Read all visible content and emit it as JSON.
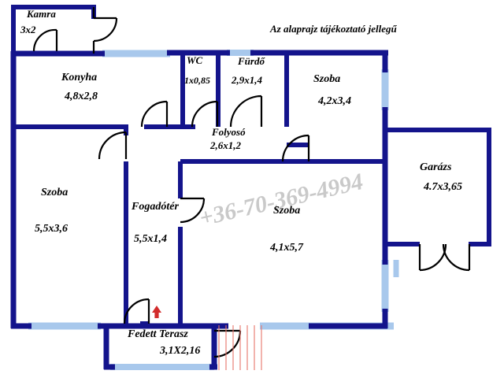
{
  "document": {
    "type": "floor-plan",
    "language": "hu",
    "note": "Az alaprajz tájékoztató jellegű",
    "watermark": "+36-70-369-4994"
  },
  "colors": {
    "wall": "#14148c",
    "window": "#a8c8ec",
    "door_swing": "#000000",
    "stairs": "#e8756a",
    "arrow": "#d22b2b",
    "watermark": "#c9c9c9",
    "background": "#ffffff",
    "text": "#000000"
  },
  "rooms": [
    {
      "id": "kamra",
      "name": "Kamra",
      "dimensions": "3x2"
    },
    {
      "id": "konyha",
      "name": "Konyha",
      "dimensions": "4,8x2,8"
    },
    {
      "id": "wc",
      "name": "WC",
      "dimensions": "1x0,85"
    },
    {
      "id": "furdo",
      "name": "Fürdő",
      "dimensions": "2,9x1,4"
    },
    {
      "id": "szoba-top",
      "name": "Szoba",
      "dimensions": "4,2x3,4"
    },
    {
      "id": "folyoso",
      "name": "Folyosó",
      "dimensions": "2,6x1,2"
    },
    {
      "id": "garazs",
      "name": "Garázs",
      "dimensions": "4.7x3,65"
    },
    {
      "id": "szoba-left",
      "name": "Szoba",
      "dimensions": "5,5x3,6"
    },
    {
      "id": "fogadoter",
      "name": "Fogadótér",
      "dimensions": "5,5x1,4"
    },
    {
      "id": "szoba-mid",
      "name": "Szoba",
      "dimensions": "4,1x5,7"
    },
    {
      "id": "terasz",
      "name": "Fedett Terasz",
      "dimensions": "3,1X2,16"
    }
  ]
}
